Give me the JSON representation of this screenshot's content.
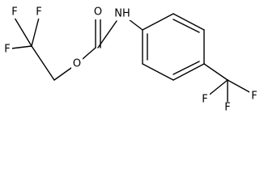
{
  "molecule": {
    "atoms": {
      "nh": "NH",
      "carbonyl_o": "O",
      "ester_o": "O",
      "cf3_left_f_top_left": "F",
      "cf3_left_f_top_right": "F",
      "cf3_left_f_left": "F",
      "cf3_right_f_bottom_left": "F",
      "cf3_right_f_right": "F",
      "cf3_right_f_bottom": "F"
    },
    "colors": {
      "bond": "#000000",
      "label": "#000000",
      "background": "#ffffff"
    }
  }
}
